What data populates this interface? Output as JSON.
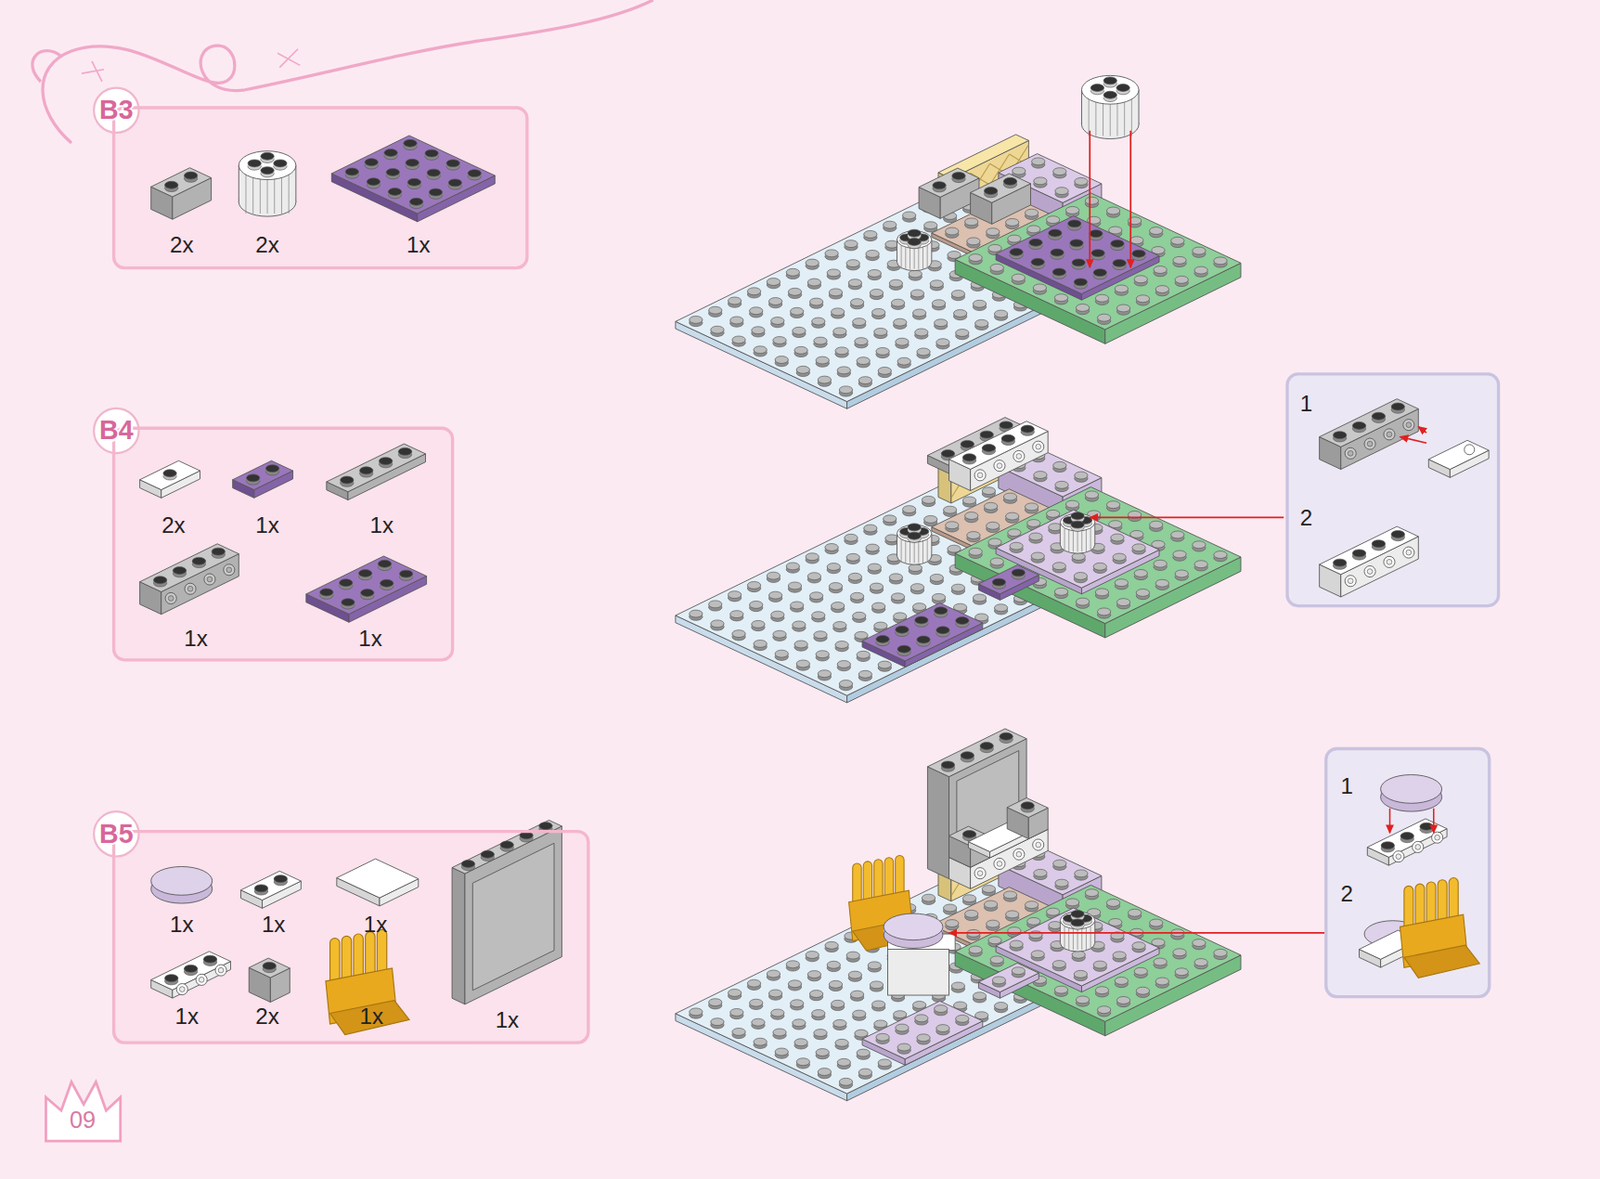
{
  "diagram": {
    "nodes": [
      {
        "text": [
          "B3",
          "2x",
          "2x",
          "1x"
        ]
      },
      {
        "text": [
          "1",
          "2"
        ]
      },
      {
        "text": [
          "B4",
          "2x",
          "1x",
          "1x",
          "1x",
          "1x"
        ]
      },
      {
        "text": [
          "1",
          "2"
        ]
      },
      {
        "text": [
          "B5",
          "1x",
          "1x",
          "1x",
          "1x",
          "2x",
          "1x",
          "1x"
        ]
      }
    ],
    "labels": [
      "09"
    ]
  }
}
